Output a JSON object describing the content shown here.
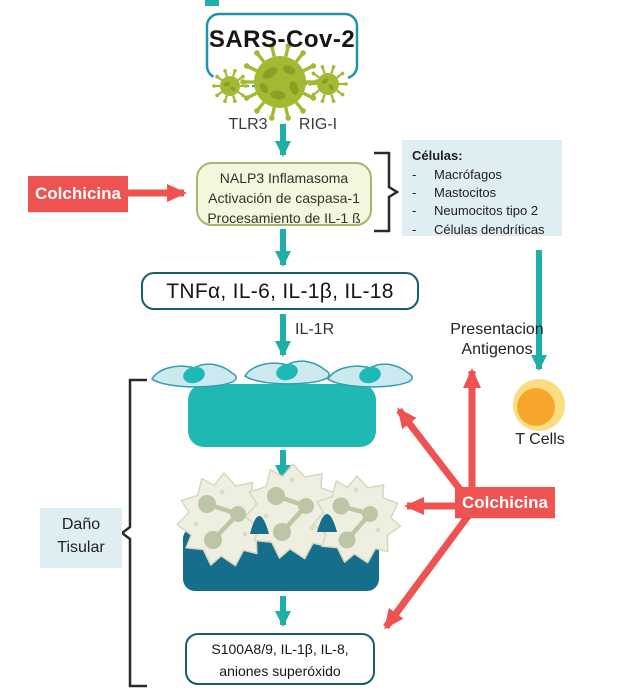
{
  "colors": {
    "teal_arrow": "#20AFA8",
    "red_accent": "#EE5351",
    "sars_box_border": "#1E93AC",
    "dark_teal_border": "#155E6E",
    "nalp3_bg": "#F5F6DE",
    "nalp3_border": "#A9B46A",
    "panel_blue": "#DFEEF3",
    "virus_olive": "#A5B832",
    "virus_spots": "#8C9E28",
    "epithelium_block": "#1FB8B2",
    "epithelial_cell": "#CDE9F0",
    "neutrophil_base": "#156E8C",
    "neutrophil_body": "#EEEFE1",
    "neutrophil_nucleus": "#BCC6A4",
    "tcell_outer": "#FBDC80",
    "tcell_inner": "#F6A72B"
  },
  "top": {
    "title": "SARS-Cov-2",
    "receptor_left": "TLR3",
    "receptor_right": "RIG-I"
  },
  "colchicina_left": {
    "label": "Colchicina"
  },
  "nalp3_box": {
    "line1": "NALP3 Inflamasoma",
    "line2": "Activación de caspasa-1",
    "line3": "Procesamiento de IL-1 ß"
  },
  "celulas_box": {
    "title": "Células:",
    "bullet": "-",
    "items": [
      "Macrófagos",
      "Mastocitos",
      "Neumocitos tipo 2",
      "Células dendríticas"
    ]
  },
  "cytokine_box": {
    "label": "TNFα, IL-6, IL-1β, IL-18"
  },
  "il1r_label": "IL-1R",
  "presentacion": {
    "line1": "Presentacion",
    "line2": "Antigenos"
  },
  "tcells_label": "T Cells",
  "colchicina_mid": {
    "label": "Colchicina"
  },
  "dano_box": {
    "line1": "Daño",
    "line2": "Tisular"
  },
  "bottom_box": {
    "line1": "S100A8/9, IL-1β, IL-8,",
    "line2": "aniones superóxido"
  },
  "icons": {
    "virus": "coronavirus-icon",
    "tcell": "t-cell-icon",
    "epithelium": "epithelial-cells-icon",
    "neutrophils": "neutrophils-icon"
  }
}
